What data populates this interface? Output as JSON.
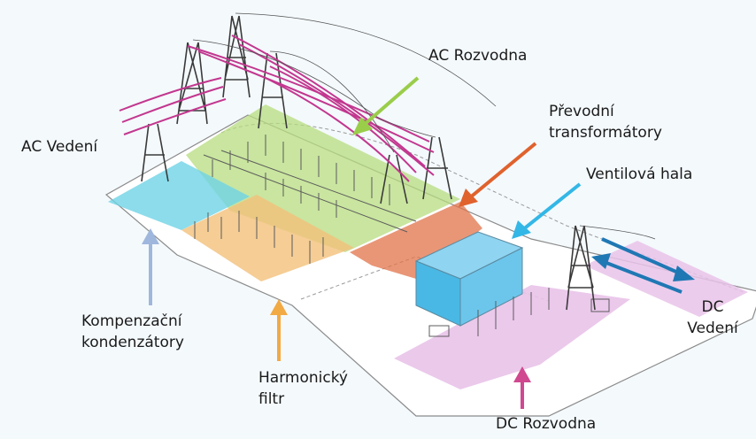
{
  "labels": {
    "ac_rozvodna": "AC Rozvodna",
    "prevodni_1": "Převodní",
    "prevodni_2": "transformátory",
    "ac_vedeni": "AC Vedení",
    "ventilova_hala": "Ventilová hala",
    "kompenzacni_1": "Kompenzační",
    "kompenzacni_2": "kondenzátory",
    "harmonicky_1": "Harmonický",
    "harmonicky_2": "filtr",
    "dc_vedeni_1": "DC",
    "dc_vedeni_2": "Vedení",
    "dc_rozvodna": "DC Rozvodna"
  },
  "colors": {
    "background": "#f4f9fc",
    "ac_switchyard": "#b7dc7f",
    "converter_transformers": "#e2734a",
    "valve_hall": "#58c3ec",
    "compensation_capacitors": "#6fd3e6",
    "harmonic_filter": "#f2c07a",
    "dc_switchyard": "#e9c3e9",
    "ac_lines": "#c2378f",
    "arrow_ac_switchyard": "#9acd4a",
    "arrow_transformers": "#e0622d",
    "arrow_valve_hall": "#33b7e6",
    "arrow_capacitors": "#9fb7dd",
    "arrow_filter": "#f2aa44",
    "arrow_dc_switchyard": "#d0488f",
    "arrow_dc_lines": "#1f78b4"
  }
}
